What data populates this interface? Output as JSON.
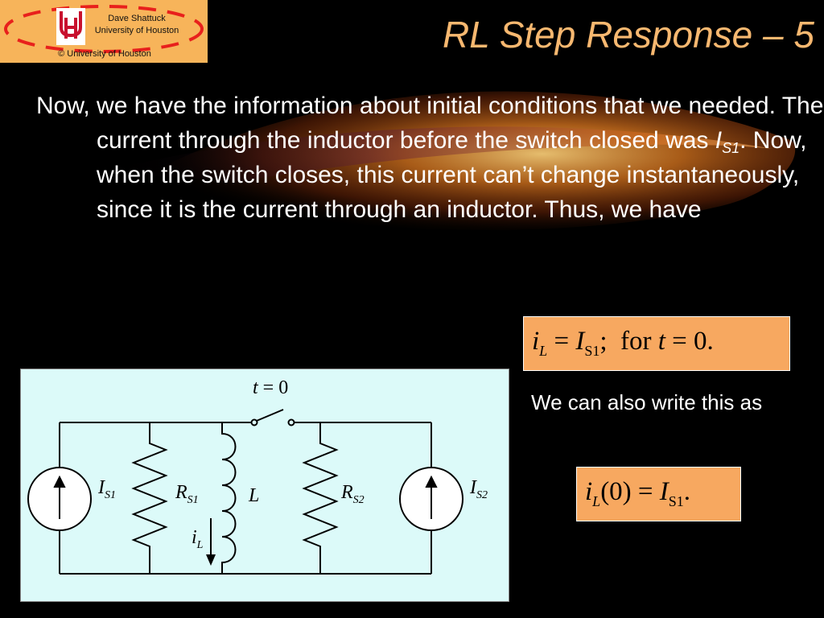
{
  "logo": {
    "author": "Dave Shattuck",
    "institution": "University of Houston",
    "copyright": "© University of Houston",
    "colors": {
      "background": "#f7b45a",
      "dash": "#e8201c"
    }
  },
  "title": "RL Step Response – 5",
  "body": {
    "part1": "Now, we have the information about initial conditions that we needed.  The current through the inductor before the switch closed was ",
    "var_main": "I",
    "var_sub": "S1",
    "part2": ".  Now, when the switch closes, this current can’t change instantaneously, since it is the current through an inductor.  Thus, we have"
  },
  "equation1": {
    "i": "i",
    "i_sub": "L",
    "eq": " = ",
    "I": "I",
    "I_sub": "S1",
    "tail": ";  for ",
    "t": "t",
    "end": " = 0."
  },
  "side_text": "We can also write this as",
  "equation2": {
    "i": "i",
    "i_sub": "L",
    "mid": "(0) = ",
    "I": "I",
    "I_sub": "S1",
    "end": "."
  },
  "circuit": {
    "switch_t": "t",
    "switch_eq": " = 0",
    "is1_main": "I",
    "is1_sub": "S1",
    "rs1_main": "R",
    "rs1_sub": "S1",
    "l_label": "L",
    "il_main": "i",
    "il_sub": "L",
    "rs2_main": "R",
    "rs2_sub": "S2",
    "is2_main": "I",
    "is2_sub": "S2",
    "colors": {
      "panel": "#dcfaf9",
      "wire": "#000000"
    }
  },
  "colors": {
    "title": "#f7b870",
    "equation_box": "#f7a860",
    "background": "#000000"
  }
}
